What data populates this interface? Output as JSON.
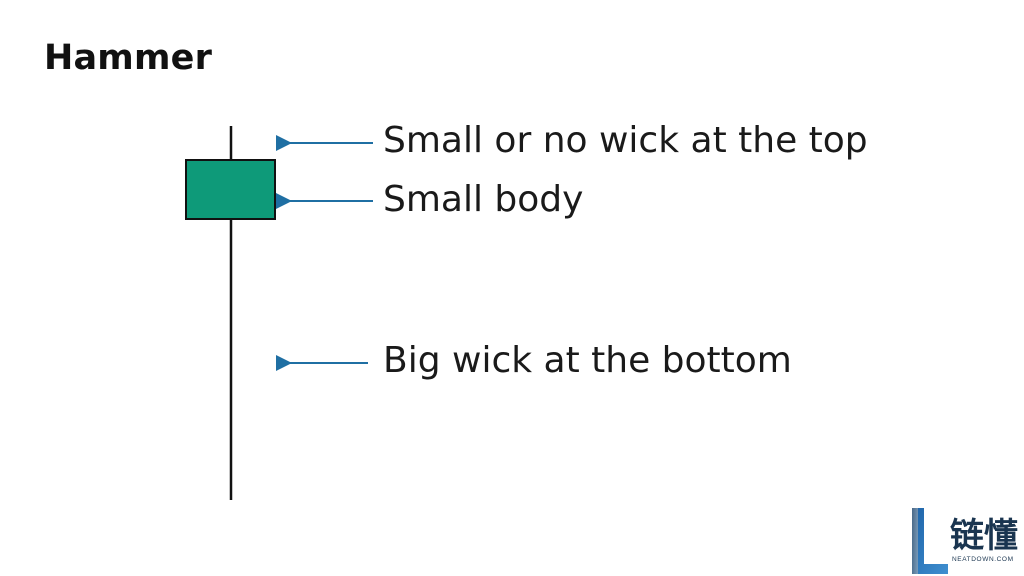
{
  "title": "Hammer",
  "annotations": {
    "top_wick": "Small or no wick at the top",
    "body": "Small body",
    "bottom_wick": "Big wick at the bottom"
  },
  "candle": {
    "type": "hammer",
    "body_color": "#0e9a79"
  },
  "colors": {
    "arrow": "#1f6fa3",
    "wick": "#111111"
  },
  "logo": {
    "text": "链懂",
    "subtext": "NEATDOWN.COM"
  }
}
